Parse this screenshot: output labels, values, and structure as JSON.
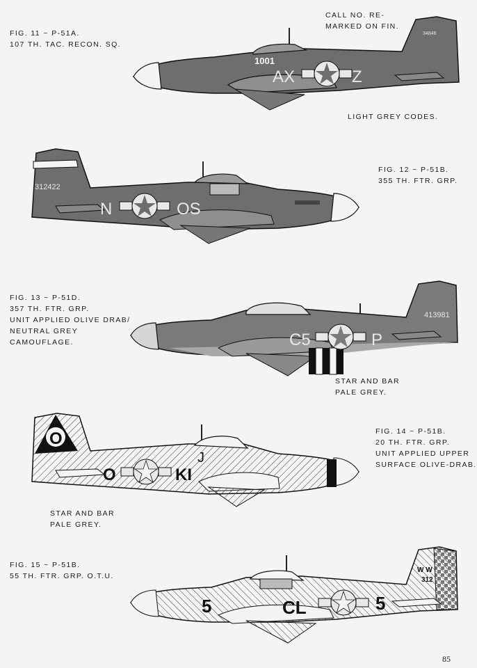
{
  "page_number": "85",
  "figures": [
    {
      "caption": [
        "FIG. 11 ~ P-51A.",
        "107 TH. TAC. RECON. SQ."
      ],
      "notes": [
        {
          "lines": [
            "CALL No. RE-",
            "MARKED ON FIN."
          ]
        },
        {
          "lines": [
            "LIGHT GREY CODES."
          ]
        }
      ],
      "markings": {
        "code_left": "AX",
        "code_right": "Z",
        "serial": "34846",
        "nose_art": "1001"
      }
    },
    {
      "caption": [
        "FIG. 12 ~ P-51B.",
        "355 TH. FTR. GRP."
      ],
      "markings": {
        "serial": "312422",
        "code_left": "N",
        "code_right": "OS"
      }
    },
    {
      "caption": [
        "FIG. 13 ~ P-51D.",
        "357 TH. FTR. GRP.",
        "UNIT APPLIED OLIVE DRAB/",
        "NEUTRAL GREY",
        "CAMOUFLAGE."
      ],
      "notes": [
        {
          "lines": [
            "STAR AND BAR",
            "PALE GREY."
          ]
        }
      ],
      "markings": {
        "serial": "413981",
        "code_left": "C5",
        "code_right": "P"
      }
    },
    {
      "caption": [
        "FIG. 14 ~ P-51B.",
        "20 TH. FTR. GRP.",
        "UNIT APPLIED UPPER",
        "SURFACE OLIVE-DRAB."
      ],
      "notes": [
        {
          "lines": [
            "STAR AND BAR",
            "PALE GREY."
          ]
        }
      ],
      "markings": {
        "fin_letter": "O",
        "code_left": "O",
        "code_right": "KI",
        "canopy_letter": "J"
      }
    },
    {
      "caption": [
        "FIG. 15 ~ P-51B.",
        "55 TH. FTR. GRP. O.T.U."
      ],
      "markings": {
        "fin_code": "W W",
        "fin_number": "312",
        "code_left": "5",
        "code_mid": "CL",
        "code_right": "5"
      }
    }
  ]
}
